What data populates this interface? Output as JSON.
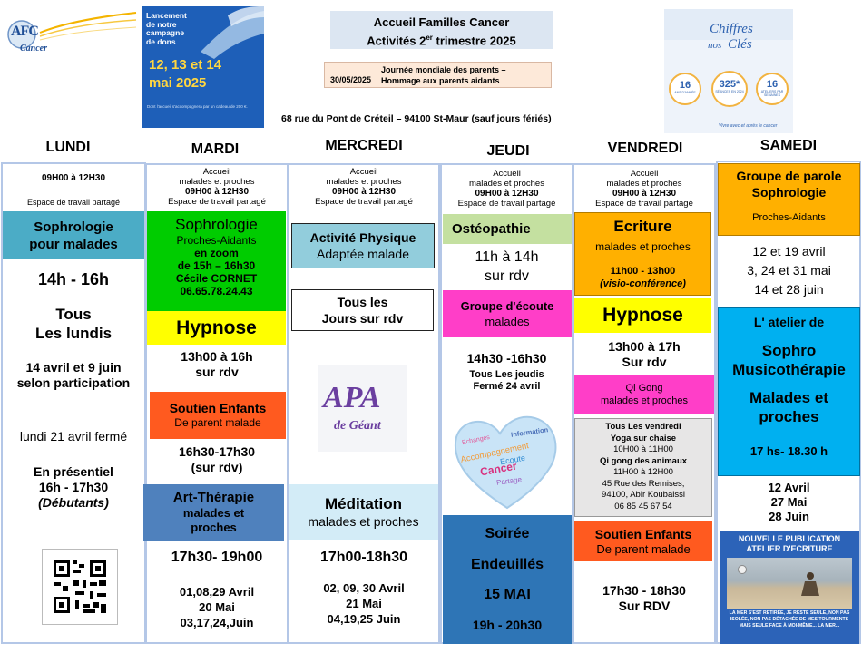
{
  "header": {
    "logo_letters": "AFC",
    "logo_word": "Cancer",
    "campaign": {
      "line1": "Lancement",
      "line2": "de notre",
      "line3": "campagne",
      "line4": "de dons",
      "dates": "12, 13 et 14",
      "month": "mai 2025",
      "fineprint": "Dont l'accueil s'accompagnera par un cadeau de 200 €."
    },
    "title_line1": "Accueil Familles Cancer",
    "title_line2": "Activités 2",
    "title_sup": "er",
    "title_line2_end": " trimestre 2025",
    "event_date": "30/05/2025",
    "event_text": "Journée mondiale des parents – Hommage aux parents aidants",
    "address": "68 rue du Pont de Créteil – 94100 St-Maur (sauf jours fériés)",
    "chiffres": {
      "title1": "Chiffres",
      "title2": "nos",
      "title3": "Clés",
      "n1": "16",
      "l1": "ANS D'ANNÉE",
      "n2": "325*",
      "l2": "SÉANCES EN 2024",
      "n3": "16",
      "l3": "ATELIERS PAR SEMAINES",
      "footer": "Vivre avec et après le cancer"
    }
  },
  "days": [
    "LUNDI",
    "MARDI",
    "MERCREDI",
    "JEUDI",
    "VENDREDI",
    "SAMEDI"
  ],
  "lundi": {
    "time": "09H00 à 12H30",
    "space": "Espace de travail partagé",
    "activity": "Sophrologie pour malades",
    "hours": "14h - 16h",
    "tous1": "Tous",
    "tous2": "Les lundis",
    "dates": "14 avril et 9 juin selon participation",
    "closed": "lundi 21 avril fermé",
    "presentiel1": "En présentiel",
    "presentiel2": "16h - 17h30",
    "presentiel3": "(Débutants)"
  },
  "mardi": {
    "accueil": "Accueil",
    "for": "malades et proches",
    "time": "09H00 à 12H30",
    "space": "Espace de travail partagé",
    "soph_title": "Sophrologie",
    "soph_for": "Proches-Aidants",
    "soph_zoom": "en zoom",
    "soph_hours": "de 15h – 16h30",
    "soph_name": "Cécile CORNET",
    "soph_phone": "06.65.78.24.43",
    "hypnose": "Hypnose",
    "hyp_hours": "13h00 à 16h",
    "hyp_rdv": "sur rdv",
    "soutien": "Soutien Enfants",
    "soutien_sub": "De parent malade",
    "soutien_hours": "16h30-17h30",
    "soutien_rdv": "(sur rdv)",
    "art": "Art-Thérapie",
    "art_for1": "malades et",
    "art_for2": "proches",
    "art_hours": "17h30- 19h00",
    "art_dates1": "01,08,29 Avril",
    "art_dates2": "20 Mai",
    "art_dates3": "03,17,24,Juin"
  },
  "mercredi": {
    "accueil": "Accueil",
    "for": "malades et proches",
    "time": "09H00 à 12H30",
    "space": "Espace de travail partagé",
    "apa1": "Activité Physique",
    "apa2": "Adaptée malade",
    "tous1": "Tous les",
    "tous2": "Jours sur rdv",
    "logo_apa": "APA",
    "logo_geant": "de Géant",
    "medit": "Méditation",
    "medit_for": "malades et proches",
    "medit_hours": "17h00-18h30",
    "medit_dates1": "02, 09, 30 Avril",
    "medit_dates2": "21 Mai",
    "medit_dates3": "04,19,25 Juin"
  },
  "jeudi": {
    "accueil": "Accueil",
    "for": "malades et proches",
    "time": "09H00 à 12H30",
    "space": "Espace de travail partagé",
    "osteo": "Ostéopathie",
    "osteo_hours": "11h à 14h",
    "osteo_rdv": "sur rdv",
    "ecoute": "Groupe d'écoute",
    "ecoute_for": "malades",
    "ecoute_hours": "14h30 -16h30",
    "ecoute_tous": "Tous Les jeudis",
    "ecoute_closed": "Fermé 24 avril",
    "heart_words": [
      "Echanges",
      "Information",
      "Accompagnement",
      "Ecoute",
      "Cancer",
      "Partage"
    ],
    "soiree": "Soirée",
    "endeuilles": "Endeuillés",
    "soiree_date": "15 MAI",
    "soiree_hours": "19h - 20h30"
  },
  "vendredi": {
    "accueil": "Accueil",
    "for": "malades et proches",
    "time": "09H00 à 12H30",
    "space": "Espace de travail partagé",
    "ecriture": "Ecriture",
    "ecriture_for": "malades et proches",
    "ecriture_hours": "11h00 - 13h00",
    "ecriture_visio": "(visio-conférence)",
    "hypnose": "Hypnose",
    "hyp_hours": "13h00 à 17h",
    "hyp_rdv": "Sur rdv",
    "qigong": "Qi Gong",
    "qigong_for": "malades et proches",
    "box_l1": "Tous Les vendredi",
    "box_l2": "Yoga sur chaise",
    "box_l3": "10H00 à 11H00",
    "box_l4": "Qi gong des animaux",
    "box_l5": "11H00 à 12H00",
    "box_l6": "45 Rue des Remises,",
    "box_l7": "94100, Abir Koubaissi",
    "box_l8": "06 85 45 67 54",
    "soutien": "Soutien Enfants",
    "soutien_sub": "De parent malade",
    "soutien_hours": "17h30 - 18h30",
    "soutien_rdv": "Sur RDV"
  },
  "samedi": {
    "groupe1": "Groupe de parole",
    "groupe2": "Sophrologie",
    "groupe_for": "Proches-Aidants",
    "dates1": "12 et 19 avril",
    "dates2": "3, 24 et 31 mai",
    "dates3": "14 et 28 juin",
    "atelier": "L' atelier de",
    "sophro": "Sophro",
    "musico": "Musicothérapie",
    "malades": "Malades et",
    "proches": "proches",
    "hours": "17 hs- 18.30 h",
    "d1": "12 Avril",
    "d2": "27 Mai",
    "d3": "28 Juin",
    "pub1": "NOUVELLE PUBLICATION",
    "pub2": "ATELIER D'ECRITURE",
    "quote": "LA MER S'EST RETIRÉE, JE RESTE SEULE, NON PAS ISOLÉE, NON PAS DÉTACHÉE DE MES TOURMENTS MAIS SEULE FACE À MOI-MÊME... LA MER..."
  },
  "colors": {
    "sophro_lundi": "#4bacc6",
    "green": "#00cc00",
    "yellow": "#ffff00",
    "orange_red": "#ff5a1f",
    "blue_art": "#4f81bd",
    "light_blue": "#92cddc",
    "light_green": "#c4e0a0",
    "magenta": "#ff3ec8",
    "dark_blue": "#2e75b6",
    "amber": "#ffb000",
    "cyan": "#00b0f0",
    "event_bg": "#fde9d9",
    "title_bg": "#dce6f2"
  }
}
